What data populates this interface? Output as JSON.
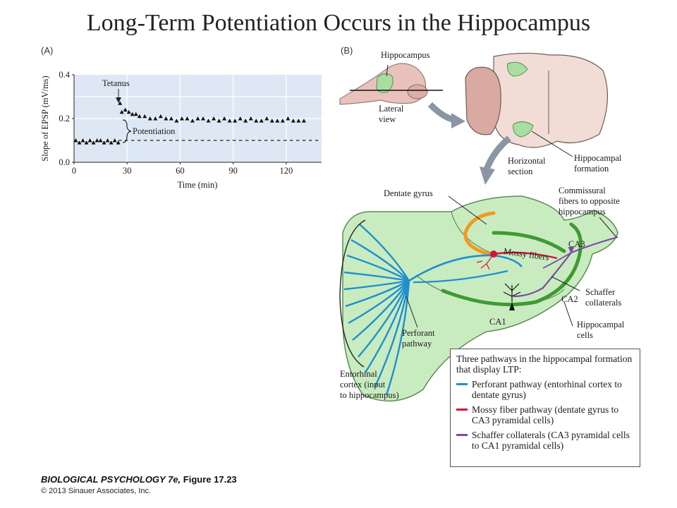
{
  "title": "Long-Term Potentiation Occurs in the Hippocampus",
  "panel_a": {
    "label": "(A)",
    "annotations": {
      "tetanus": "Tetanus",
      "potentiation": "Potentiation"
    }
  },
  "chart_data": {
    "type": "scatter",
    "xlabel": "Time (min)",
    "ylabel": "Slope of EPSP (mV/ms)",
    "xlim": [
      0,
      140
    ],
    "ylim": [
      0,
      0.4
    ],
    "x_ticks": [
      "0",
      "30",
      "60",
      "90",
      "120"
    ],
    "y_ticks": [
      "0.0",
      "0.2",
      "0.4"
    ],
    "grid": true,
    "baseline_dashed": 0.1,
    "tetanus_time": 25,
    "series": [
      {
        "values": [
          [
            1,
            0.1
          ],
          [
            3,
            0.09
          ],
          [
            5,
            0.1
          ],
          [
            7,
            0.09
          ],
          [
            9,
            0.1
          ],
          [
            11,
            0.09
          ],
          [
            13,
            0.1
          ],
          [
            15,
            0.1
          ],
          [
            17,
            0.09
          ],
          [
            19,
            0.1
          ],
          [
            21,
            0.09
          ],
          [
            23,
            0.1
          ],
          [
            25,
            0.09
          ]
        ]
      },
      {
        "values": [
          [
            26,
            0.27
          ],
          [
            27,
            0.23
          ],
          [
            29,
            0.24
          ],
          [
            31,
            0.23
          ],
          [
            33,
            0.22
          ],
          [
            35,
            0.22
          ],
          [
            37,
            0.21
          ],
          [
            40,
            0.21
          ],
          [
            43,
            0.2
          ],
          [
            46,
            0.2
          ],
          [
            49,
            0.21
          ],
          [
            52,
            0.2
          ],
          [
            55,
            0.2
          ],
          [
            58,
            0.19
          ],
          [
            61,
            0.2
          ],
          [
            64,
            0.2
          ],
          [
            67,
            0.19
          ],
          [
            70,
            0.2
          ],
          [
            73,
            0.2
          ],
          [
            76,
            0.19
          ],
          [
            79,
            0.2
          ],
          [
            82,
            0.19
          ],
          [
            85,
            0.2
          ],
          [
            88,
            0.19
          ],
          [
            91,
            0.19
          ],
          [
            94,
            0.2
          ],
          [
            97,
            0.19
          ],
          [
            100,
            0.2
          ],
          [
            103,
            0.19
          ],
          [
            106,
            0.19
          ],
          [
            109,
            0.2
          ],
          [
            112,
            0.19
          ],
          [
            115,
            0.19
          ],
          [
            118,
            0.19
          ],
          [
            121,
            0.2
          ],
          [
            124,
            0.19
          ],
          [
            127,
            0.19
          ],
          [
            130,
            0.19
          ]
        ]
      }
    ]
  },
  "panel_b": {
    "label": "(B)",
    "brain_labels": {
      "hippocampus": "Hippocampus",
      "lateral_view": [
        "Lateral",
        "view"
      ],
      "horizontal_section": [
        "Horizontal",
        "section"
      ],
      "hippocampal_formation": [
        "Hippocampal",
        "formation"
      ]
    },
    "detail_labels": {
      "dentate_gyrus": "Dentate gyrus",
      "commissural": [
        "Commissural",
        "fibers to opposite",
        "hippocampus"
      ],
      "ca3": "CA3",
      "mossy_fibers": "Mossy fibers",
      "schaffer": [
        "Schaffer",
        "collaterals"
      ],
      "ca2": "CA2",
      "ca1": "CA1",
      "hippocampal_cells": [
        "Hippocampal",
        "cells"
      ],
      "perforant": [
        "Perforant",
        "pathway"
      ],
      "entorhinal": [
        "Entorhinal",
        "cortex (input",
        "to hippocampus)"
      ]
    }
  },
  "legend": {
    "title": "Three pathways in the hippocampal formation that display LTP:",
    "items": [
      {
        "color": "#1f8fd0",
        "text": "Perforant pathway (entorhinal cortex to dentate gyrus)"
      },
      {
        "color": "#d2143c",
        "text": "Mossy fiber pathway (dentate gyrus to CA3 pyramidal cells)"
      },
      {
        "color": "#7a4aa6",
        "text": "Schaffer collaterals (CA3 pyramidal cells to CA1 pyramidal cells)"
      }
    ]
  },
  "footer": {
    "book": "BIOLOGICAL PSYCHOLOGY 7e,",
    "figure": " Figure 17.23",
    "copyright": "© 2013 Sinauer Associates, Inc."
  },
  "colors": {
    "tissue_green": "#c8ecc0",
    "tissue_outline": "#5b8d55",
    "cell_green": "#3f9a34",
    "dentate_orange": "#f39a1c",
    "perforant_blue": "#1f8fd0",
    "mossy_red": "#d2143c",
    "schaffer_purple": "#7a4aa6",
    "brain_pink": "#e8c2bb",
    "plot_bg": "#dde8f4"
  }
}
